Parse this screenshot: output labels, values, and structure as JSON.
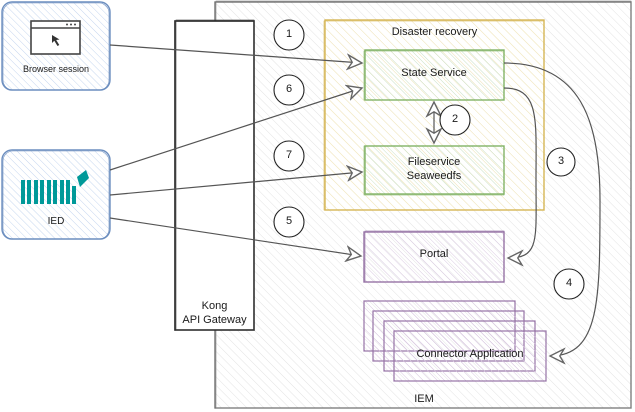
{
  "diagram": {
    "title": "Disaster recovery architecture via Kong API Gateway",
    "colors": {
      "client_border": "#6c8ebf",
      "client_fill": "#dae8fc",
      "iem_border": "#666666",
      "iem_fill": "#f5f5f5",
      "dr_border": "#d6b656",
      "dr_fill": "#fff2cc",
      "service_border": "#82b366",
      "service_fill": "#d5e8d4",
      "app_border": "#9673a6",
      "app_fill": "#e1d5e7",
      "ied_icon": "#009999",
      "edge": "#555555"
    },
    "nodes": {
      "browser": {
        "label": "Browser session",
        "icon": "browser-window-cursor-icon"
      },
      "ied": {
        "label": "IED",
        "icon": "ied-device-icon"
      },
      "gateway": {
        "label_line1": "Kong",
        "label_line2": "API Gateway"
      },
      "iem": {
        "label": "IEM"
      },
      "disaster_recovery": {
        "label": "Disaster recovery"
      },
      "state_service": {
        "label": "State Service"
      },
      "fileservice": {
        "label_line1": "Fileservice",
        "label_line2": "Seaweedfs"
      },
      "portal": {
        "label": "Portal"
      },
      "connector": {
        "label": "Connector Application"
      }
    },
    "steps": [
      "1",
      "2",
      "3",
      "4",
      "5",
      "6",
      "7"
    ],
    "edges": [
      {
        "from": "browser",
        "to": "state_service",
        "step": "1"
      },
      {
        "from": "state_service",
        "to": "fileservice",
        "step": "2",
        "bidirectional": true
      },
      {
        "from": "state_service",
        "to": "portal",
        "step": "3"
      },
      {
        "from": "state_service",
        "to": "connector",
        "step": "4"
      },
      {
        "from": "ied",
        "to": "portal",
        "step": "5"
      },
      {
        "from": "ied",
        "to": "state_service",
        "step": "6"
      },
      {
        "from": "ied",
        "to": "fileservice",
        "step": "7"
      }
    ]
  }
}
